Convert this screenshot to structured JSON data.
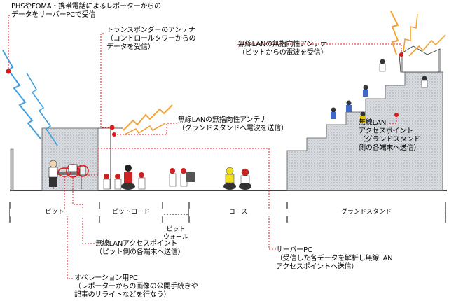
{
  "callouts": {
    "phs": "PHSやFOMA・携帯電話によるレポーターからの\nデータをサーバーPCで受信",
    "transponder": "トランスポンダーのアンテナ\n（コントロールタワーからの\nデータを受信）",
    "wlan_omni_pit": "無線LANの無指向性アンテナ\n（ピットからの電波を受信）",
    "wlan_omni_stand": "無線LANの無指向性アンテナ\n（グランドスタンドへ電波を送信）",
    "wlan_ap_stand": "無線LAN\nアクセスポイント\n（グランドスタンド\n側の各端末へ送信）",
    "wlan_ap_pit": "無線LANアクセスポイント\n（ピット側の各端末へ送信）",
    "operation_pc": "オペレーション用PC\n（レポーターからの画像の公開手続きや\n記事のリライトなどを行なう）",
    "server_pc": "サーバーPC\n（受信した各データを解析し無線LAN\nアクセスポイントへ送信）"
  },
  "sections": {
    "pit": "ピット",
    "pit_road": "ピットロード",
    "pit_wall": "ピット\nウォール",
    "course": "コース",
    "grandstand": "グランドスタンド"
  },
  "colors": {
    "signal_blue": "#3d9fe0",
    "signal_orange": "#f2a33a",
    "leader_red": "#e01818",
    "building_gray": "#cfd3d8"
  }
}
